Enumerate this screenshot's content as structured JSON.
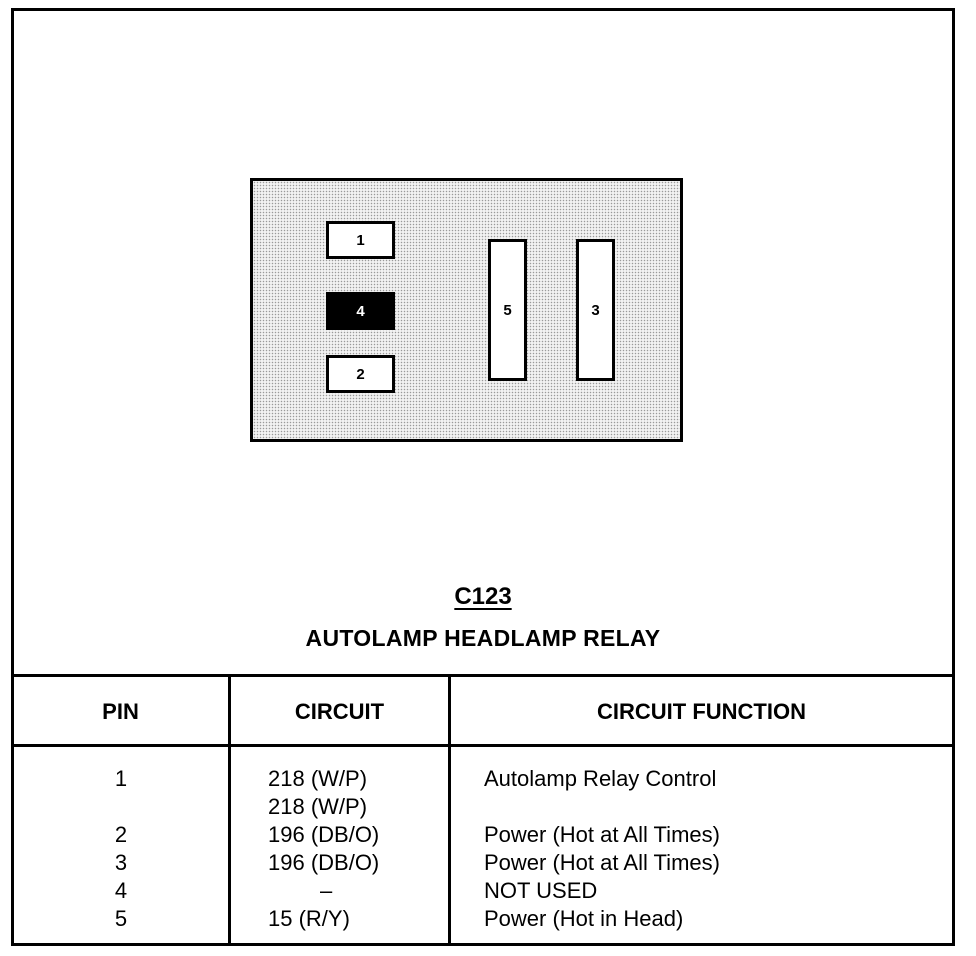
{
  "connector": {
    "id": "C123",
    "name": "AUTOLAMP HEADLAMP RELAY",
    "pins": [
      {
        "label": "1",
        "used": true
      },
      {
        "label": "4",
        "used": false
      },
      {
        "label": "2",
        "used": true
      },
      {
        "label": "5",
        "used": true
      },
      {
        "label": "3",
        "used": true
      }
    ]
  },
  "table": {
    "headers": {
      "pin": "PIN",
      "circuit": "CIRCUIT",
      "function": "CIRCUIT FUNCTION"
    },
    "rows": [
      {
        "pin": "1",
        "circuit": "218 (W/P)",
        "function": "Autolamp Relay Control"
      },
      {
        "pin": "",
        "circuit": "218 (W/P)",
        "function": ""
      },
      {
        "pin": "2",
        "circuit": "196 (DB/O)",
        "function": "Power (Hot at All Times)"
      },
      {
        "pin": "3",
        "circuit": "196 (DB/O)",
        "function": "Power (Hot at All Times)"
      },
      {
        "pin": "4",
        "circuit": "–",
        "function": "NOT USED"
      },
      {
        "pin": "5",
        "circuit": "15 (R/Y)",
        "function": "Power (Hot in Head)"
      }
    ]
  }
}
